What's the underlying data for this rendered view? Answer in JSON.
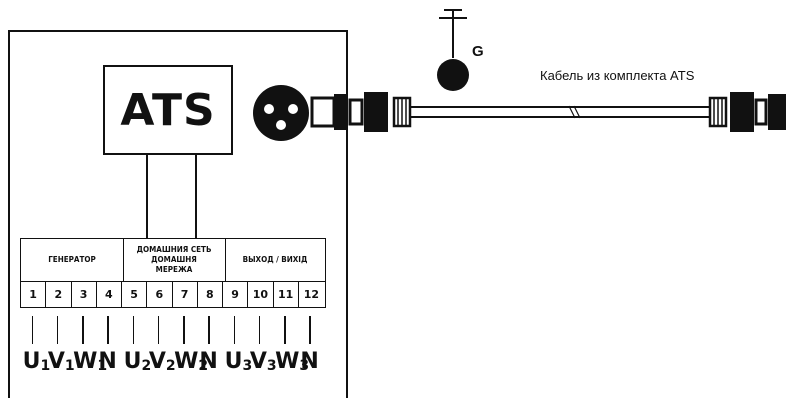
{
  "ats_label": "ATS",
  "ground_label": "G",
  "cable_label": "Кабель из комплекта ATS",
  "groups": [
    {
      "label": "ГЕНЕРАТОР"
    },
    {
      "label": "ДОМАШНИЯ СЕТЬ ДОМАШНЯ МЕРЕЖА"
    },
    {
      "label": "ВЫХОД / ВИХІД"
    }
  ],
  "terminals": [
    "1",
    "2",
    "3",
    "4",
    "5",
    "6",
    "7",
    "8",
    "9",
    "10",
    "11",
    "12"
  ],
  "phases": [
    {
      "letter": "U",
      "sub": "1"
    },
    {
      "letter": "V",
      "sub": "1"
    },
    {
      "letter": "W",
      "sub": "1"
    },
    {
      "letter": "N",
      "sub": ""
    },
    {
      "letter": "U",
      "sub": "2"
    },
    {
      "letter": "V",
      "sub": "2"
    },
    {
      "letter": "W",
      "sub": "2"
    },
    {
      "letter": "N",
      "sub": ""
    },
    {
      "letter": "U",
      "sub": "3"
    },
    {
      "letter": "V",
      "sub": "3"
    },
    {
      "letter": "W",
      "sub": "3"
    },
    {
      "letter": "N",
      "sub": ""
    }
  ]
}
